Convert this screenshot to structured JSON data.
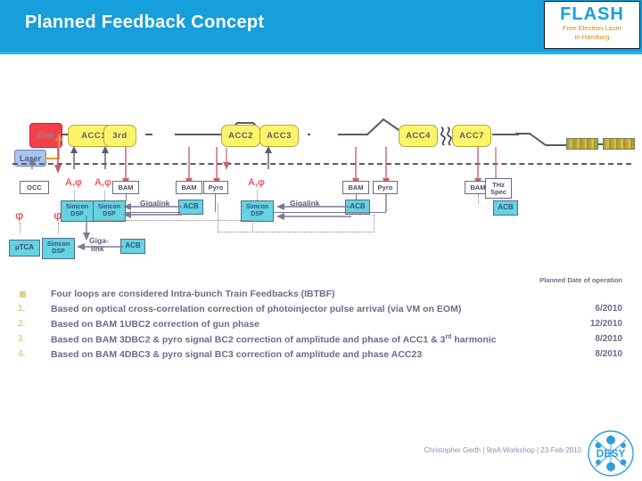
{
  "header": {
    "title": "Planned Feedback Concept",
    "logo": {
      "word": "FLASH",
      "sub1": "Free-Electron Laser",
      "sub2": "in Hamburg"
    }
  },
  "diagram": {
    "accelerator_modules": [
      {
        "id": "gun",
        "label": "Gun"
      },
      {
        "id": "acc1",
        "label": "ACC1"
      },
      {
        "id": "third",
        "label": "3rd"
      },
      {
        "id": "acc2",
        "label": "ACC2"
      },
      {
        "id": "acc3",
        "label": "ACC3"
      },
      {
        "id": "acc4",
        "label": "ACC4"
      },
      {
        "id": "acc7",
        "label": "ACC7"
      }
    ],
    "laser_label": "Laser",
    "occ_label": "OCC",
    "diagnostics": [
      {
        "id": "bam1",
        "label": "BAM"
      },
      {
        "id": "bam2",
        "label": "BAM"
      },
      {
        "id": "pyro1",
        "label": "Pyro"
      },
      {
        "id": "pyro2",
        "label": "Pyro"
      },
      {
        "id": "bam3",
        "label": "BAM"
      },
      {
        "id": "bam4",
        "label": "BAM"
      },
      {
        "id": "thz",
        "label": "THz Spec"
      }
    ],
    "thz_line1": "THz",
    "thz_line2": "Spec",
    "controllers": [
      {
        "id": "utca",
        "label": "µTCA"
      },
      {
        "id": "simcon1",
        "line1": "Simcon",
        "line2": "DSP"
      },
      {
        "id": "simcon2",
        "line1": "Simcon",
        "line2": "DSP"
      },
      {
        "id": "simcon3",
        "line1": "Simcon",
        "line2": "DSP"
      },
      {
        "id": "simcon4",
        "line1": "Simcon",
        "line2": "DSP"
      },
      {
        "id": "acb1",
        "label": "ACB"
      },
      {
        "id": "acb2",
        "label": "ACB"
      },
      {
        "id": "acb3",
        "label": "ACB"
      },
      {
        "id": "acb4",
        "label": "ACB"
      }
    ],
    "amp_phase_label": "A,φ",
    "phase_label": "φ",
    "gigalink_label": "Gigalink",
    "gigalink_label_wrapped_1": "Giga-",
    "gigalink_label_wrapped_2": "link",
    "break_symbol": "≈"
  },
  "bullets": {
    "date_header": "Planned Date of operation",
    "intro": {
      "marker": "■",
      "text": "Four loops are considered Intra-bunch Train Feedbacks (IBTBF)",
      "date": ""
    },
    "items": [
      {
        "num": "1.",
        "text": "Based on optical cross-correlation correction of photoinjector pulse arrival (via VM on EOM)",
        "date": "6/2010"
      },
      {
        "num": "2.",
        "text": "Based on BAM 1UBC2 correction of gun phase",
        "date": "12/2010"
      },
      {
        "num": "3.",
        "text": "Based on BAM 3DBC2 & pyro signal BC2 correction of amplitude and phase of ACC1 & 3rd harmonic",
        "text_pre": "Based on BAM 3DBC2 & pyro signal BC2 correction of amplitude and phase of ACC1 & 3",
        "text_sup": "rd",
        "text_post": " harmonic",
        "date": "8/2010"
      },
      {
        "num": "4.",
        "text": "Based on BAM 4DBC3 & pyro signal BC3 correction of amplitude and phase ACC23",
        "date": "8/2010"
      }
    ]
  },
  "footer": {
    "credit": "Christopher Gerth  | 9mA Workshop |  23-Feb-2010",
    "logo_text": "DESY"
  },
  "colors": {
    "header_blue": "#169fda",
    "acc_yellow": "#fdf569",
    "gun_red": "#f2414c",
    "laser_blue": "#a9c3ee",
    "cyan": "#63d4e0",
    "accent_red": "#e8616b",
    "text_gray": "#6b6b86",
    "bullet_gold": "#e3cf87"
  }
}
